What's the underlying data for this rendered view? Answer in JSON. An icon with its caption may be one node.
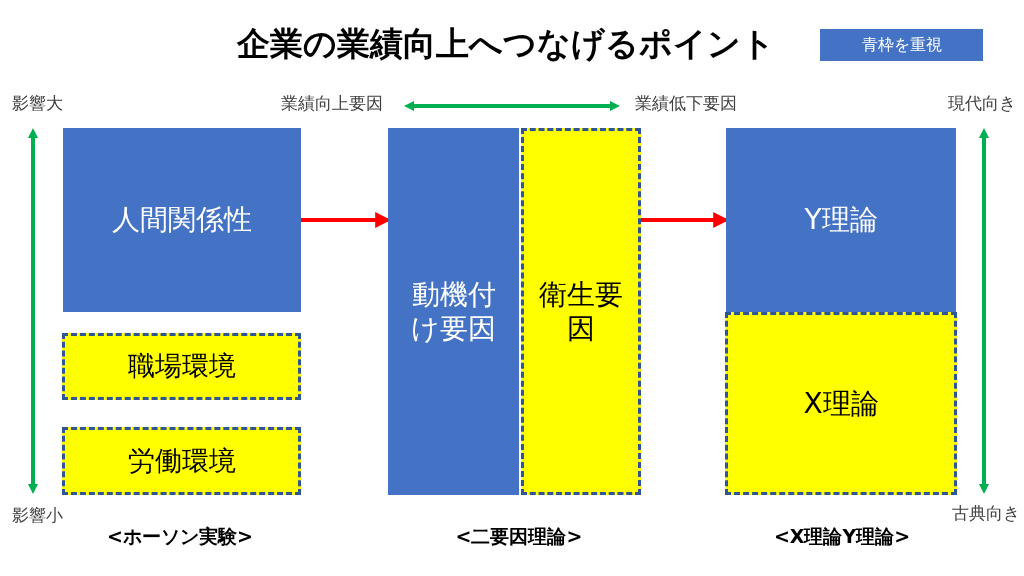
{
  "diagram": {
    "title": "企業の業績向上へつなげるポイント",
    "nodes": [
      {
        "text": [
          "青枠を重視"
        ]
      },
      {
        "text": [
          "人間関係性"
        ]
      },
      {
        "text": [
          "職場環境"
        ]
      },
      {
        "text": [
          "労働環境"
        ]
      },
      {
        "text": [
          "動機付け要因"
        ]
      },
      {
        "text": [
          "衛生要因"
        ]
      },
      {
        "text": [
          "Y理論"
        ]
      },
      {
        "text": [
          "X理論"
        ]
      }
    ],
    "edges": [
      {
        "from": 1,
        "to": 4,
        "arrow": "to"
      },
      {
        "from": 5,
        "to": 6,
        "arrow": "to"
      }
    ],
    "labels": [
      "影響大",
      "業績向上要因",
      "業績低下要因",
      "現代向き",
      "影響小",
      "古典向き",
      "<ホーソン実験>",
      "<二要因理論>",
      "<X理論Y理論>"
    ]
  }
}
